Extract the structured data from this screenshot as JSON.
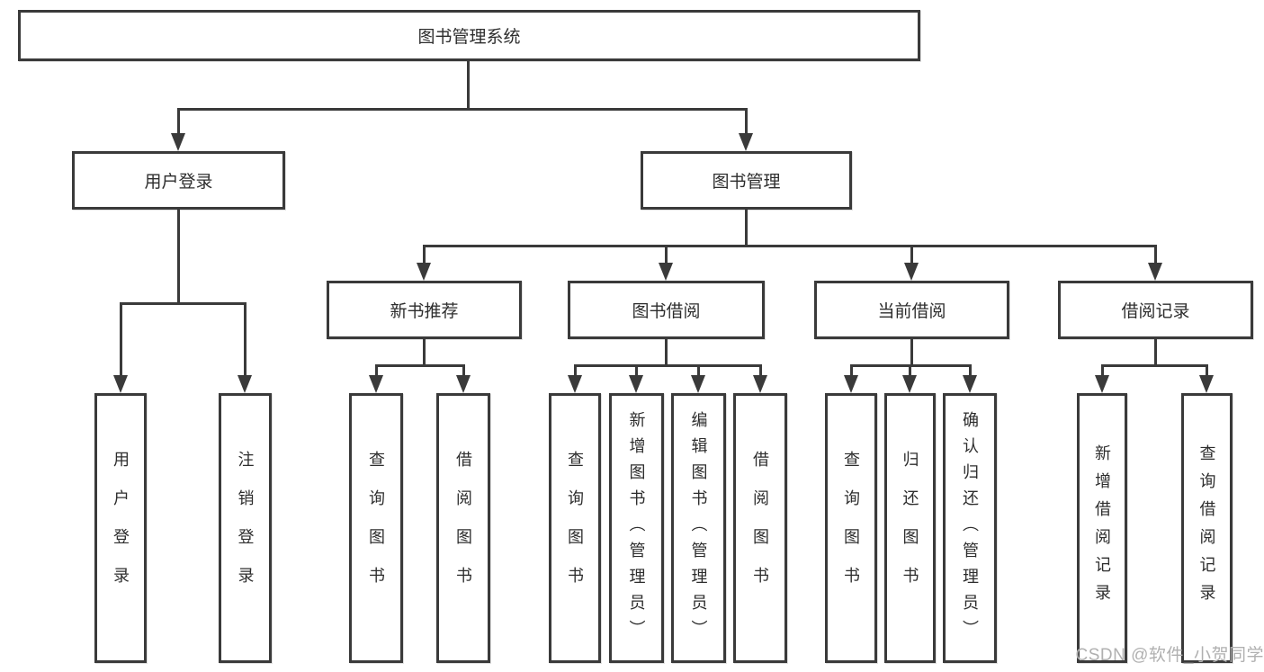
{
  "title": "图书管理系统",
  "colors": {
    "line": "#3a3a3a",
    "background": "#ffffff",
    "text": "#2d2d2d",
    "watermark": "#b0b0b0"
  },
  "tree": {
    "root": "图书管理系统",
    "level2": [
      {
        "label": "用户登录",
        "children": [
          "用户登录",
          "注销登录"
        ]
      },
      {
        "label": "图书管理",
        "children": [
          {
            "label": "新书推荐",
            "children": [
              "查询图书",
              "借阅图书"
            ]
          },
          {
            "label": "图书借阅",
            "children": [
              "查询图书",
              "新增图书（管理员）",
              "编辑图书（管理员）",
              "借阅图书"
            ]
          },
          {
            "label": "当前借阅",
            "children": [
              "查询图书",
              "归还图书",
              "确认归还（管理员）"
            ]
          },
          {
            "label": "借阅记录",
            "children": [
              "新增借阅记录",
              "查询借阅记录"
            ]
          }
        ]
      }
    ]
  },
  "watermark": "CSDN @软件_小贺同学"
}
